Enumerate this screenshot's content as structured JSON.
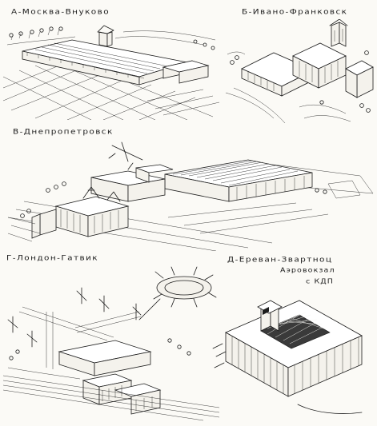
{
  "panels": {
    "a": {
      "caption": "А-Москва-Внуково"
    },
    "b": {
      "caption": "Б-Ивано-Франковск"
    },
    "v": {
      "caption": "В-Днепропетровск"
    },
    "g": {
      "caption": "Г-Лондон-Гатвик"
    },
    "d": {
      "caption_line1": "Д-Ереван-Звартноц",
      "caption_line2": "Аэровокзал",
      "caption_line3": "с КДП"
    }
  }
}
